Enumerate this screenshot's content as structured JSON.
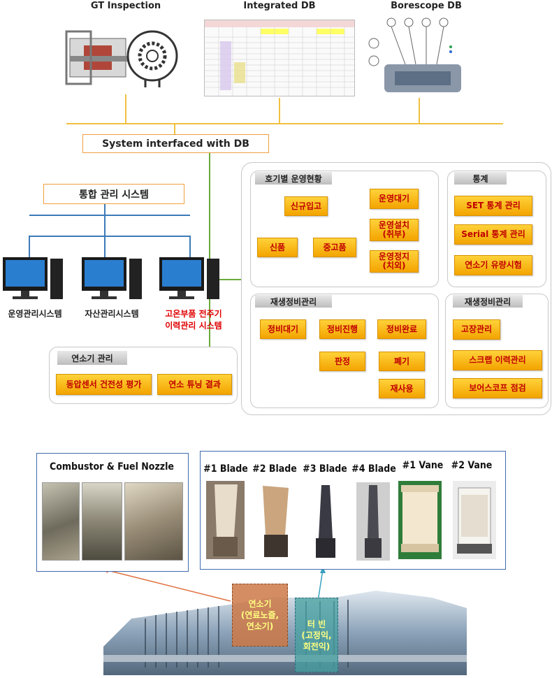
{
  "top": {
    "gt_inspection": "GT Inspection",
    "integrated_db": "Integrated DB",
    "borescope_db": "Borescope DB"
  },
  "interface_label": "System interfaced with DB",
  "integrated_system": "통합 관리 시스템",
  "computers": [
    {
      "label": "운영관리시스템",
      "color": "#222222"
    },
    {
      "label": "자산관리시스템",
      "color": "#222222"
    },
    {
      "label": "고온부품 전주기\n이력관리 시스템",
      "color": "#e00000"
    }
  ],
  "combustor_panel": {
    "title": "연소기 관리",
    "items": [
      "동압센서 건전성 평가",
      "연소 튜닝 결과"
    ]
  },
  "operation_panel": {
    "title": "호기별 운영현황",
    "items": {
      "new_in": "신규입고",
      "new": "신품",
      "used": "중고품",
      "standby": "운영대기",
      "installed": "운영설치\n(취부)",
      "stopped": "운영정지\n(치외)"
    }
  },
  "stats_panel": {
    "title": "통계",
    "items": [
      "SET 통계 관리",
      "Serial 통계 관리",
      "연소기 유량시험"
    ]
  },
  "repair_panel": {
    "title": "재생정비관리",
    "items": {
      "wait": "정비대기",
      "progress": "정비진행",
      "done": "정비완료",
      "judge": "판정",
      "discard": "폐기",
      "reuse": "재사용"
    }
  },
  "repair_panel2": {
    "title": "재생정비관리",
    "items": [
      "고장관리",
      "스크랩 이력관리",
      "보어스코프 점검"
    ]
  },
  "combustor_photos": {
    "title": "Combustor & Fuel Nozzle"
  },
  "blades": [
    "#1 Blade",
    "#2 Blade",
    "#3 Blade",
    "#4 Blade",
    "#1 Vane",
    "#2 Vane"
  ],
  "engine": {
    "combustor_label": "연소기\n(연료노즐,\n연소기)",
    "turbine_label": "터 빈\n(고정익,\n회전익)"
  },
  "colors": {
    "orange_line": "#f0a030",
    "green_line": "#6aaa3a",
    "blue_line": "#2e6fb5",
    "red_text": "#e00000"
  }
}
